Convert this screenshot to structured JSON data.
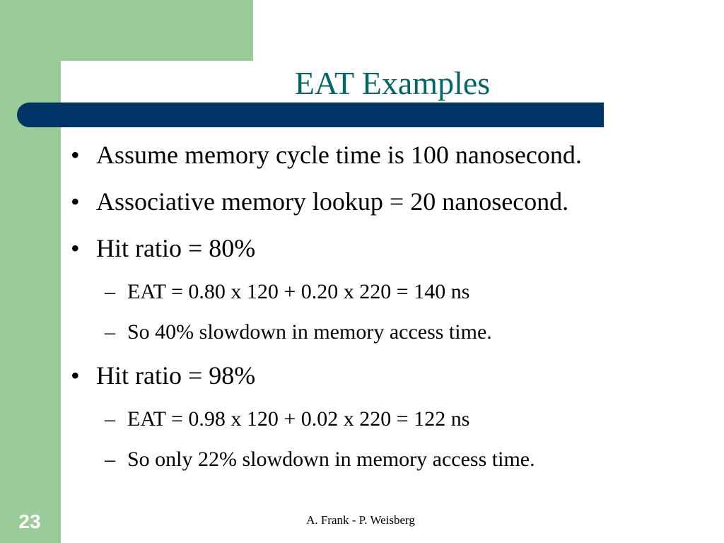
{
  "slide": {
    "title": "EAT Examples",
    "page_number": "23",
    "footer": "A. Frank - P. Weisberg",
    "colors": {
      "green_band": "#99cc99",
      "title_bar": "#003366",
      "title_text": "#006666",
      "page_number_text": "#ffffff"
    },
    "bullets": [
      {
        "marker": "•",
        "text": "Assume memory cycle time is 100 nanosecond."
      },
      {
        "marker": "•",
        "text": "Associative memory lookup = 20 nanosecond."
      },
      {
        "marker": "•",
        "text": "Hit ratio = 80%"
      },
      {
        "marker": "–",
        "text": "EAT = 0.80 x 120 + 0.20 x 220 = 140 ns"
      },
      {
        "marker": "–",
        "text": "So 40% slowdown in memory access time."
      },
      {
        "marker": "•",
        "text": "Hit ratio = 98%"
      },
      {
        "marker": "–",
        "text": "EAT = 0.98 x 120 + 0.02 x 220 = 122 ns"
      },
      {
        "marker": "–",
        "text": "So only 22% slowdown in memory access time."
      }
    ]
  }
}
